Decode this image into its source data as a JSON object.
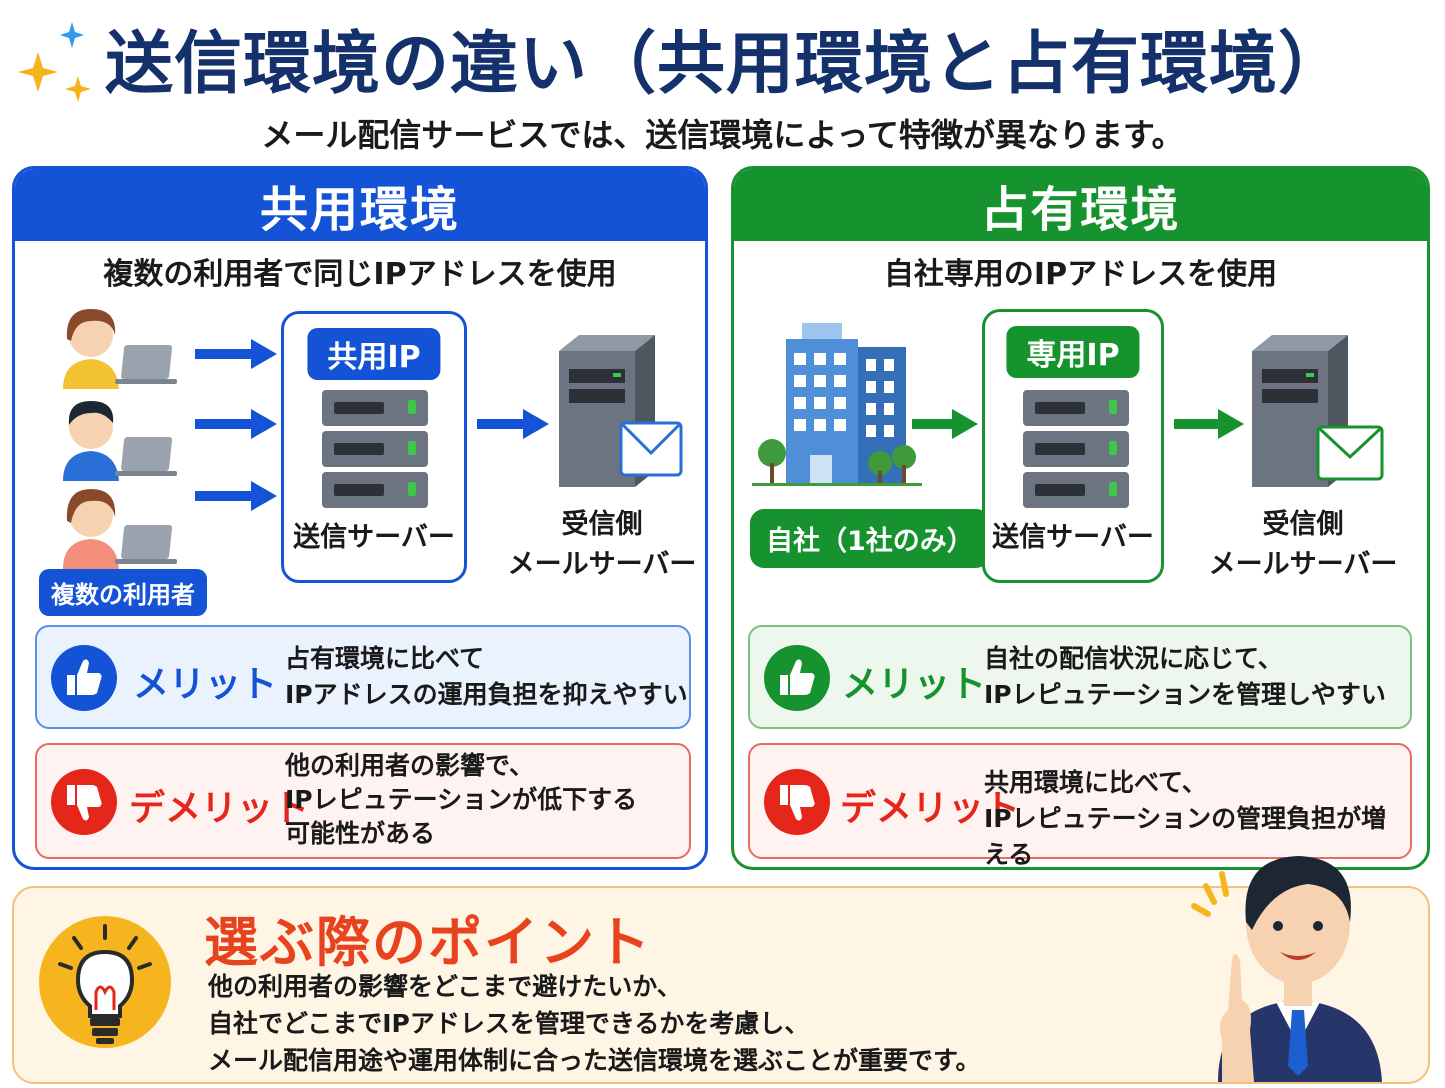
{
  "header": {
    "title": "送信環境の違い（共用環境と占有環境）",
    "subtitle": "メール配信サービスでは、送信環境によって特徴が異なります。"
  },
  "shared": {
    "heading": "共用環境",
    "description": "複数の利用者で同じIPアドレスを使用",
    "users_badge": "複数の利用者",
    "ip_badge": "共用IP",
    "sending_server": "送信サーバー",
    "receiving_server_line1": "受信側",
    "receiving_server_line2": "メールサーバー",
    "merit_title": "メリット",
    "merit_line1": "占有環境に比べて",
    "merit_line2": "IPアドレスの運用負担を抑えやすい",
    "demerit_title": "デメリット",
    "demerit_line1": "他の利用者の影響で、",
    "demerit_line2": "IPレピュテーションが低下する",
    "demerit_line3": "可能性がある"
  },
  "dedicated": {
    "heading": "占有環境",
    "description": "自社専用のIPアドレスを使用",
    "company_badge": "自社（1社のみ）",
    "ip_badge": "専用IP",
    "sending_server": "送信サーバー",
    "receiving_server_line1": "受信側",
    "receiving_server_line2": "メールサーバー",
    "merit_title": "メリット",
    "merit_line1": "自社の配信状況に応じて、",
    "merit_line2": "IPレピュテーションを管理しやすい",
    "demerit_title": "デメリット",
    "demerit_line1": "共用環境に比べて、",
    "demerit_line2": "IPレピュテーションの管理負担が増える"
  },
  "point": {
    "title": "選ぶ際のポイント",
    "line1": "他の利用者の影響をどこまで避けたいか、",
    "line2": "自社でどこまでIPアドレスを管理できるかを考慮し、",
    "line3": "メール配信用途や運用体制に合った送信環境を選ぶことが重要です。"
  },
  "colors": {
    "shared_blue": "#1553d6",
    "dedicated_green": "#16922e",
    "demerit_red": "#e5261b",
    "title_navy": "#15316b",
    "point_orange": "#e8431f"
  },
  "icons": [
    "sparkle-icon",
    "user-icon",
    "laptop-icon",
    "arrow-right-icon",
    "server-rack-icon",
    "mail-server-icon",
    "envelope-icon",
    "office-building-icon",
    "tree-icon",
    "thumbs-up-icon",
    "thumbs-down-icon",
    "lightbulb-icon",
    "businessman-illustration"
  ]
}
